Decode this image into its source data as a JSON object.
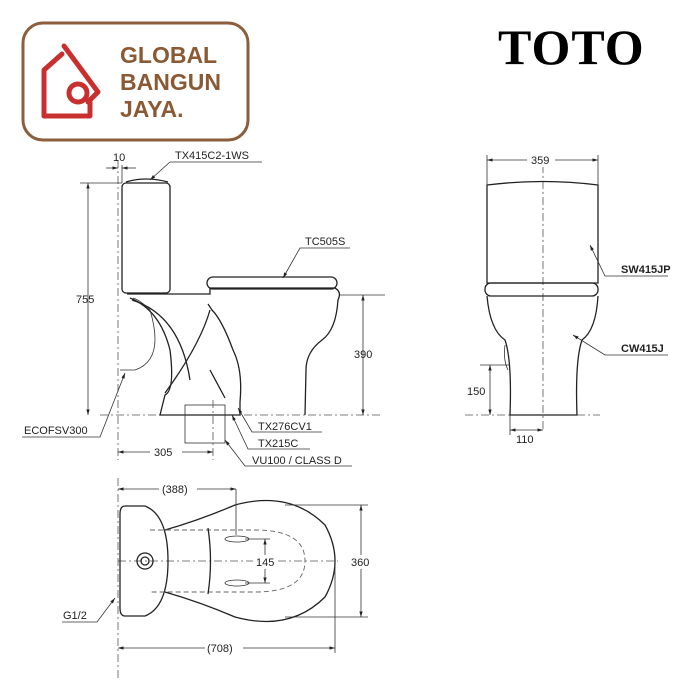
{
  "brand": {
    "lines": [
      "GLOBAL",
      "BANGUN",
      "JAYA."
    ],
    "border_color": "#8b5e3c",
    "icon_color": "#c8302f",
    "icon": "house-icon"
  },
  "manufacturer_logo": "TOTO",
  "side_view": {
    "labels": {
      "tank_fitting": "TX415C2-1WS",
      "seat": "TC505S",
      "stop_valve": "ECOFSV300",
      "part_a": "TX276CV1",
      "part_b": "TX215C",
      "part_c": "VU100 / CLASS D"
    },
    "dims": {
      "offset": "10",
      "total_height": "755",
      "seat_height": "390",
      "rough_in": "305"
    }
  },
  "front_view": {
    "labels": {
      "tank": "SW415JP",
      "bowl": "CW415J"
    },
    "dims": {
      "width": "359",
      "inlet_height": "150",
      "inlet_offset": "110"
    }
  },
  "top_view": {
    "labels": {
      "inlet": "G1/2"
    },
    "dims": {
      "fix_distance": "(388)",
      "depth": "360",
      "bolt_spacing": "145",
      "length": "(708)"
    }
  }
}
